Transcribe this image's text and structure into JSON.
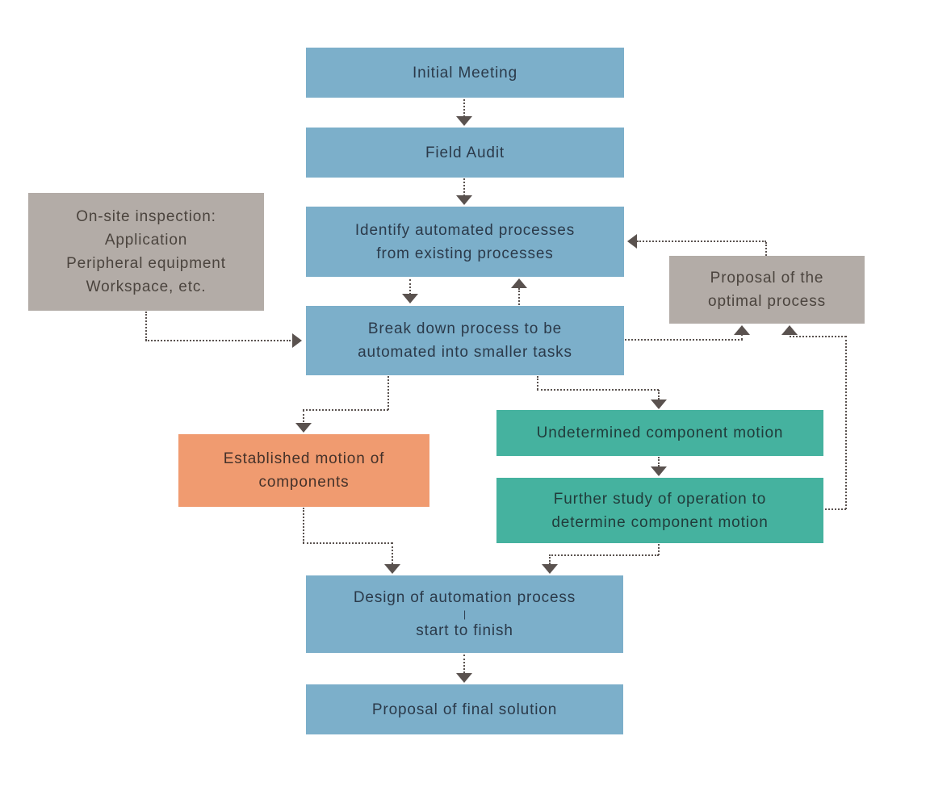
{
  "colors": {
    "background": "#ffffff",
    "box_blue": "#7cafca",
    "box_gray": "#b3aca7",
    "box_orange": "#f09b70",
    "box_teal": "#45b29f",
    "connector": "#5a524f",
    "text_blue_box": "#2b3a4a",
    "text_gray_box": "#4b443e",
    "text_teal_box": "#213c3b",
    "text_orange_box": "#45322a"
  },
  "nodes": {
    "initial_meeting": {
      "label": "Initial Meeting"
    },
    "field_audit": {
      "label": "Field Audit"
    },
    "identify_processes": {
      "line1": "Identify automated processes",
      "line2": "from existing processes"
    },
    "break_down": {
      "line1": "Break down process to be",
      "line2": "automated into smaller tasks"
    },
    "onsite_inspection": {
      "line1": "On-site inspection:",
      "line2": "Application",
      "line3": "Peripheral equipment",
      "line4": "Workspace, etc."
    },
    "optimal_proposal": {
      "line1": "Proposal of the",
      "line2": "optimal process"
    },
    "established_motion": {
      "line1": "Established motion of",
      "line2": "components"
    },
    "undetermined_motion": {
      "label": "Undetermined component motion"
    },
    "further_study": {
      "line1": "Further study of operation to",
      "line2": "determine component motion"
    },
    "design_process": {
      "line1": "Design of automation process",
      "separator": "|",
      "line2": "start to finish"
    },
    "final_proposal": {
      "label": "Proposal of final solution"
    }
  }
}
